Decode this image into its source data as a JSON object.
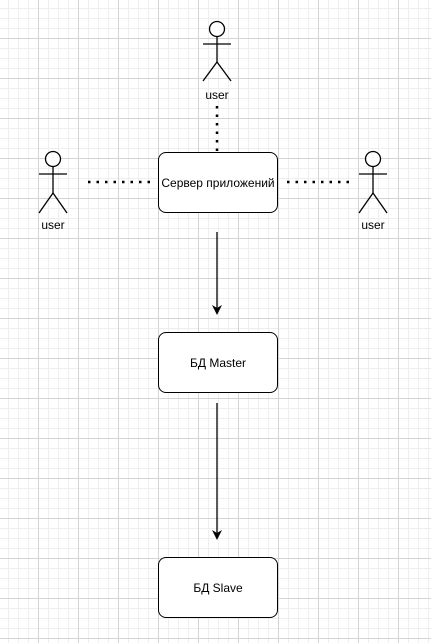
{
  "diagram": {
    "nodes": {
      "server": "Сервер приложений",
      "db_master": "БД Master",
      "db_slave": "БД Slave"
    },
    "actors": {
      "top": "user",
      "left": "user",
      "right": "user"
    },
    "connections": [
      {
        "from": "top-actor",
        "to": "server",
        "style": "dotted"
      },
      {
        "from": "left-actor",
        "to": "server",
        "style": "dotted"
      },
      {
        "from": "right-actor",
        "to": "server",
        "style": "dotted"
      },
      {
        "from": "server",
        "to": "db_master",
        "style": "arrow"
      },
      {
        "from": "db_master",
        "to": "db_slave",
        "style": "arrow"
      }
    ]
  },
  "colors": {
    "stroke": "#000000",
    "background": "#ffffff",
    "grid": "#d4d4d4"
  }
}
